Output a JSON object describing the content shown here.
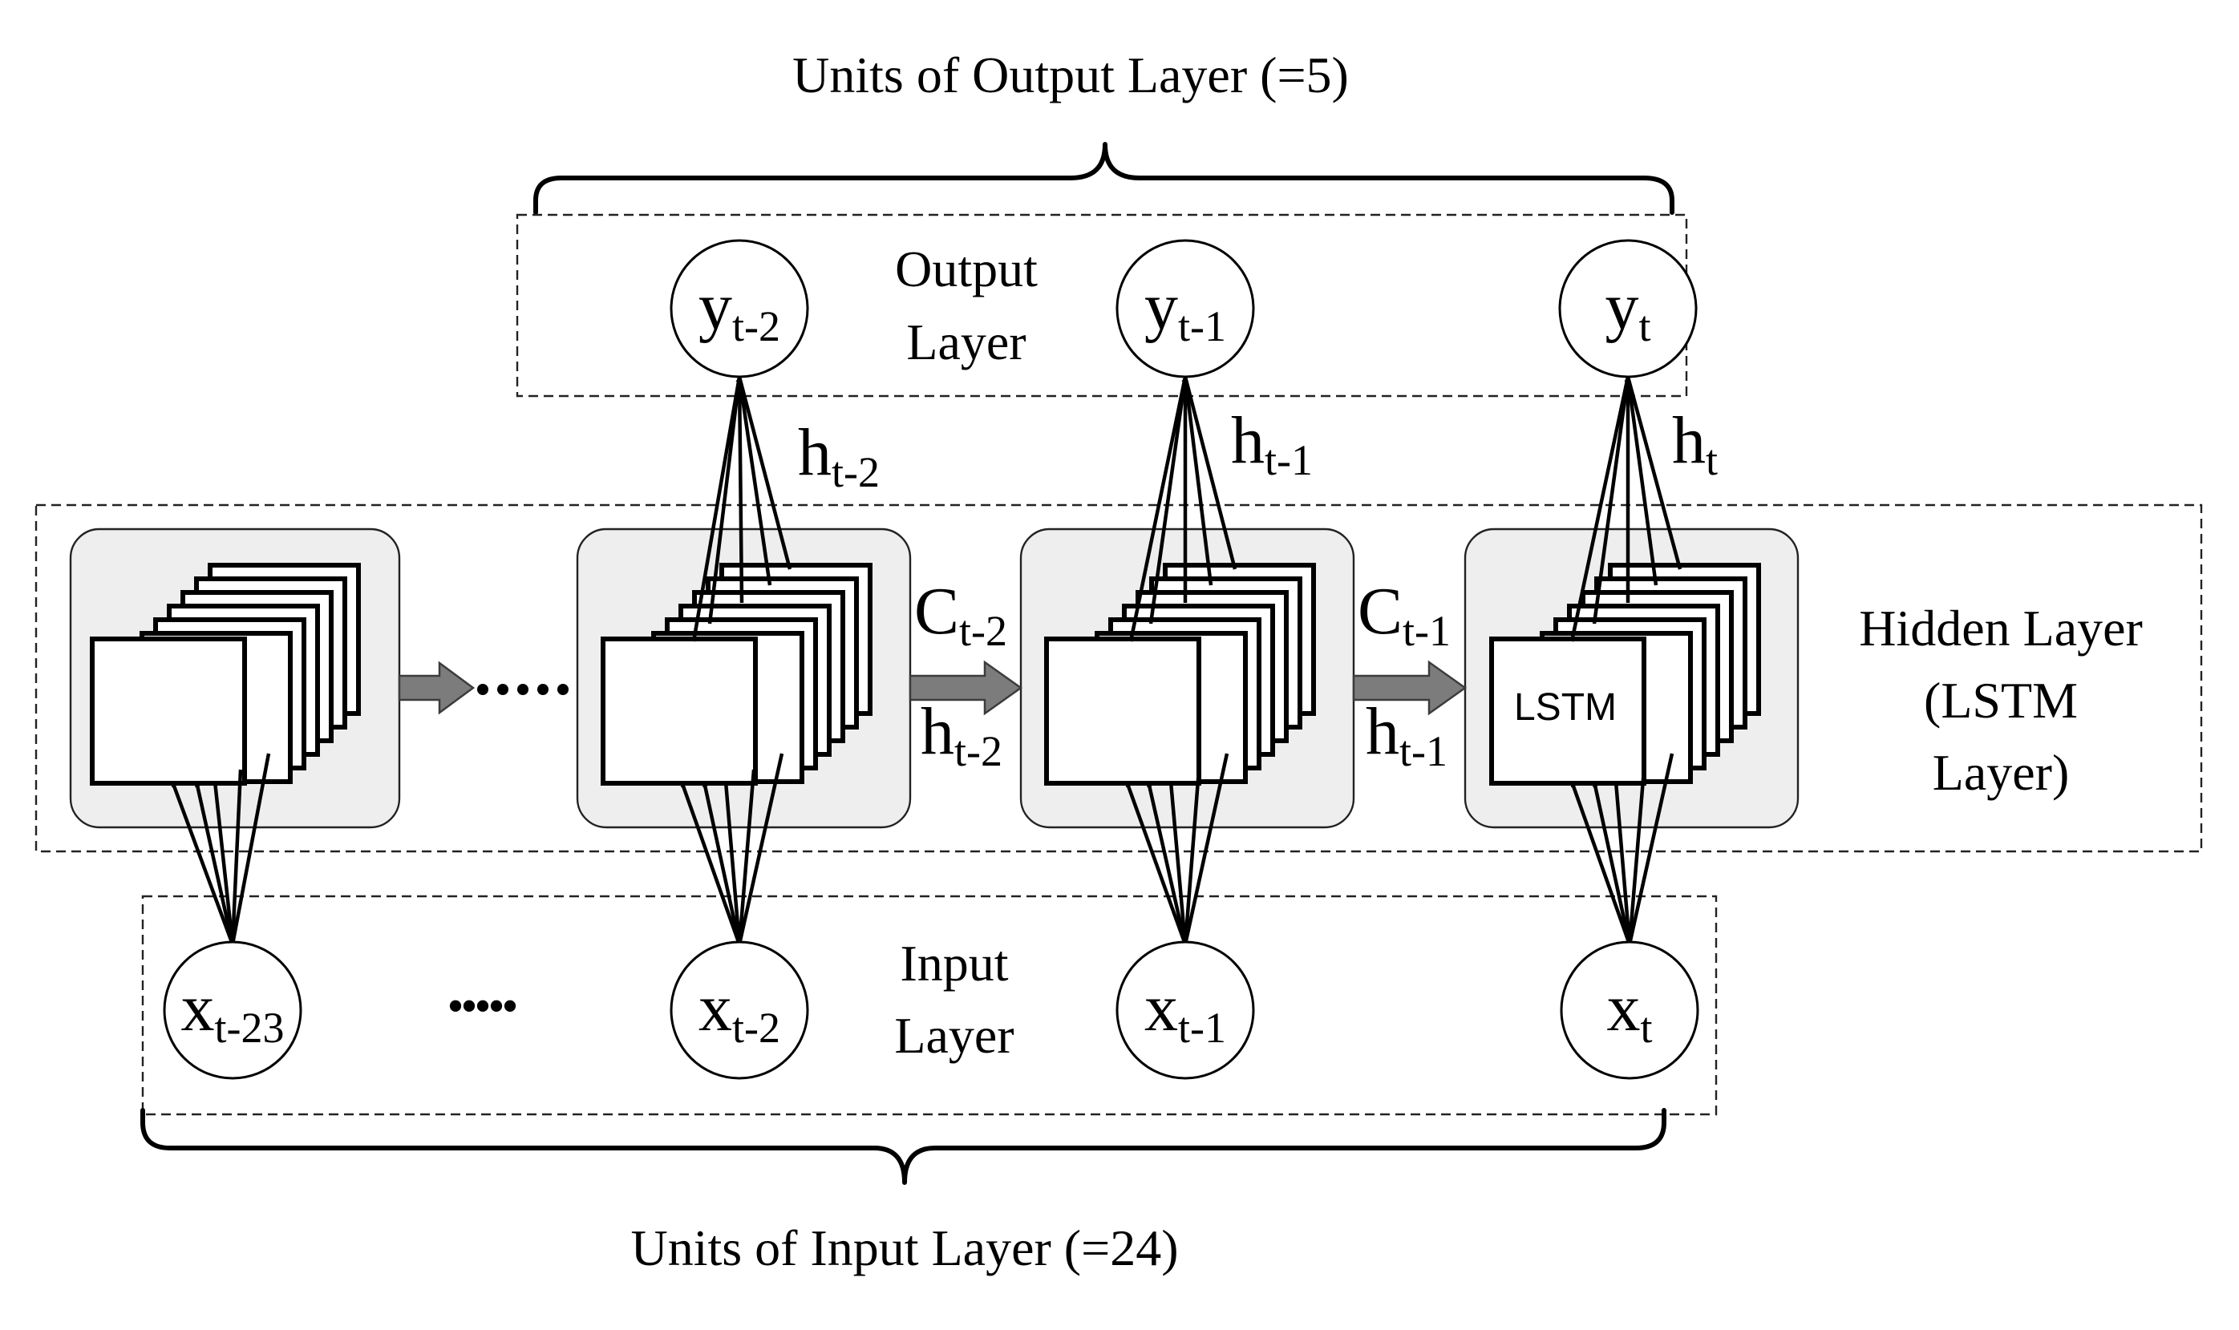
{
  "labels": {
    "units_output": "Units of Output Layer (=5)",
    "units_input": "Units of Input Layer (=24)",
    "output_layer_line1": "Output",
    "output_layer_line2": "Layer",
    "input_layer_line1": "Input",
    "input_layer_line2": "Layer",
    "hidden_layer_line1": "Hidden Layer",
    "hidden_layer_line2": "(LSTM",
    "hidden_layer_line3": "Layer)",
    "lstm_cell": "LSTM",
    "ellipsis": "•••••"
  },
  "output_nodes": [
    {
      "base": "y",
      "sub": "t-2"
    },
    {
      "base": "y",
      "sub": "t-1"
    },
    {
      "base": "y",
      "sub": "t"
    }
  ],
  "input_nodes": [
    {
      "base": "x",
      "sub": "t-23"
    },
    {
      "base": "x",
      "sub": "t-2"
    },
    {
      "base": "x",
      "sub": "t-1"
    },
    {
      "base": "x",
      "sub": "t"
    }
  ],
  "hidden_outputs": [
    {
      "base": "h",
      "sub": "t-2"
    },
    {
      "base": "h",
      "sub": "t-1"
    },
    {
      "base": "h",
      "sub": "t"
    }
  ],
  "transitions": [
    {
      "c_base": "C",
      "c_sub": "t-2",
      "h_base": "h",
      "h_sub": "t-2"
    },
    {
      "c_base": "C",
      "c_sub": "t-1",
      "h_base": "h",
      "h_sub": "t-1"
    }
  ]
}
